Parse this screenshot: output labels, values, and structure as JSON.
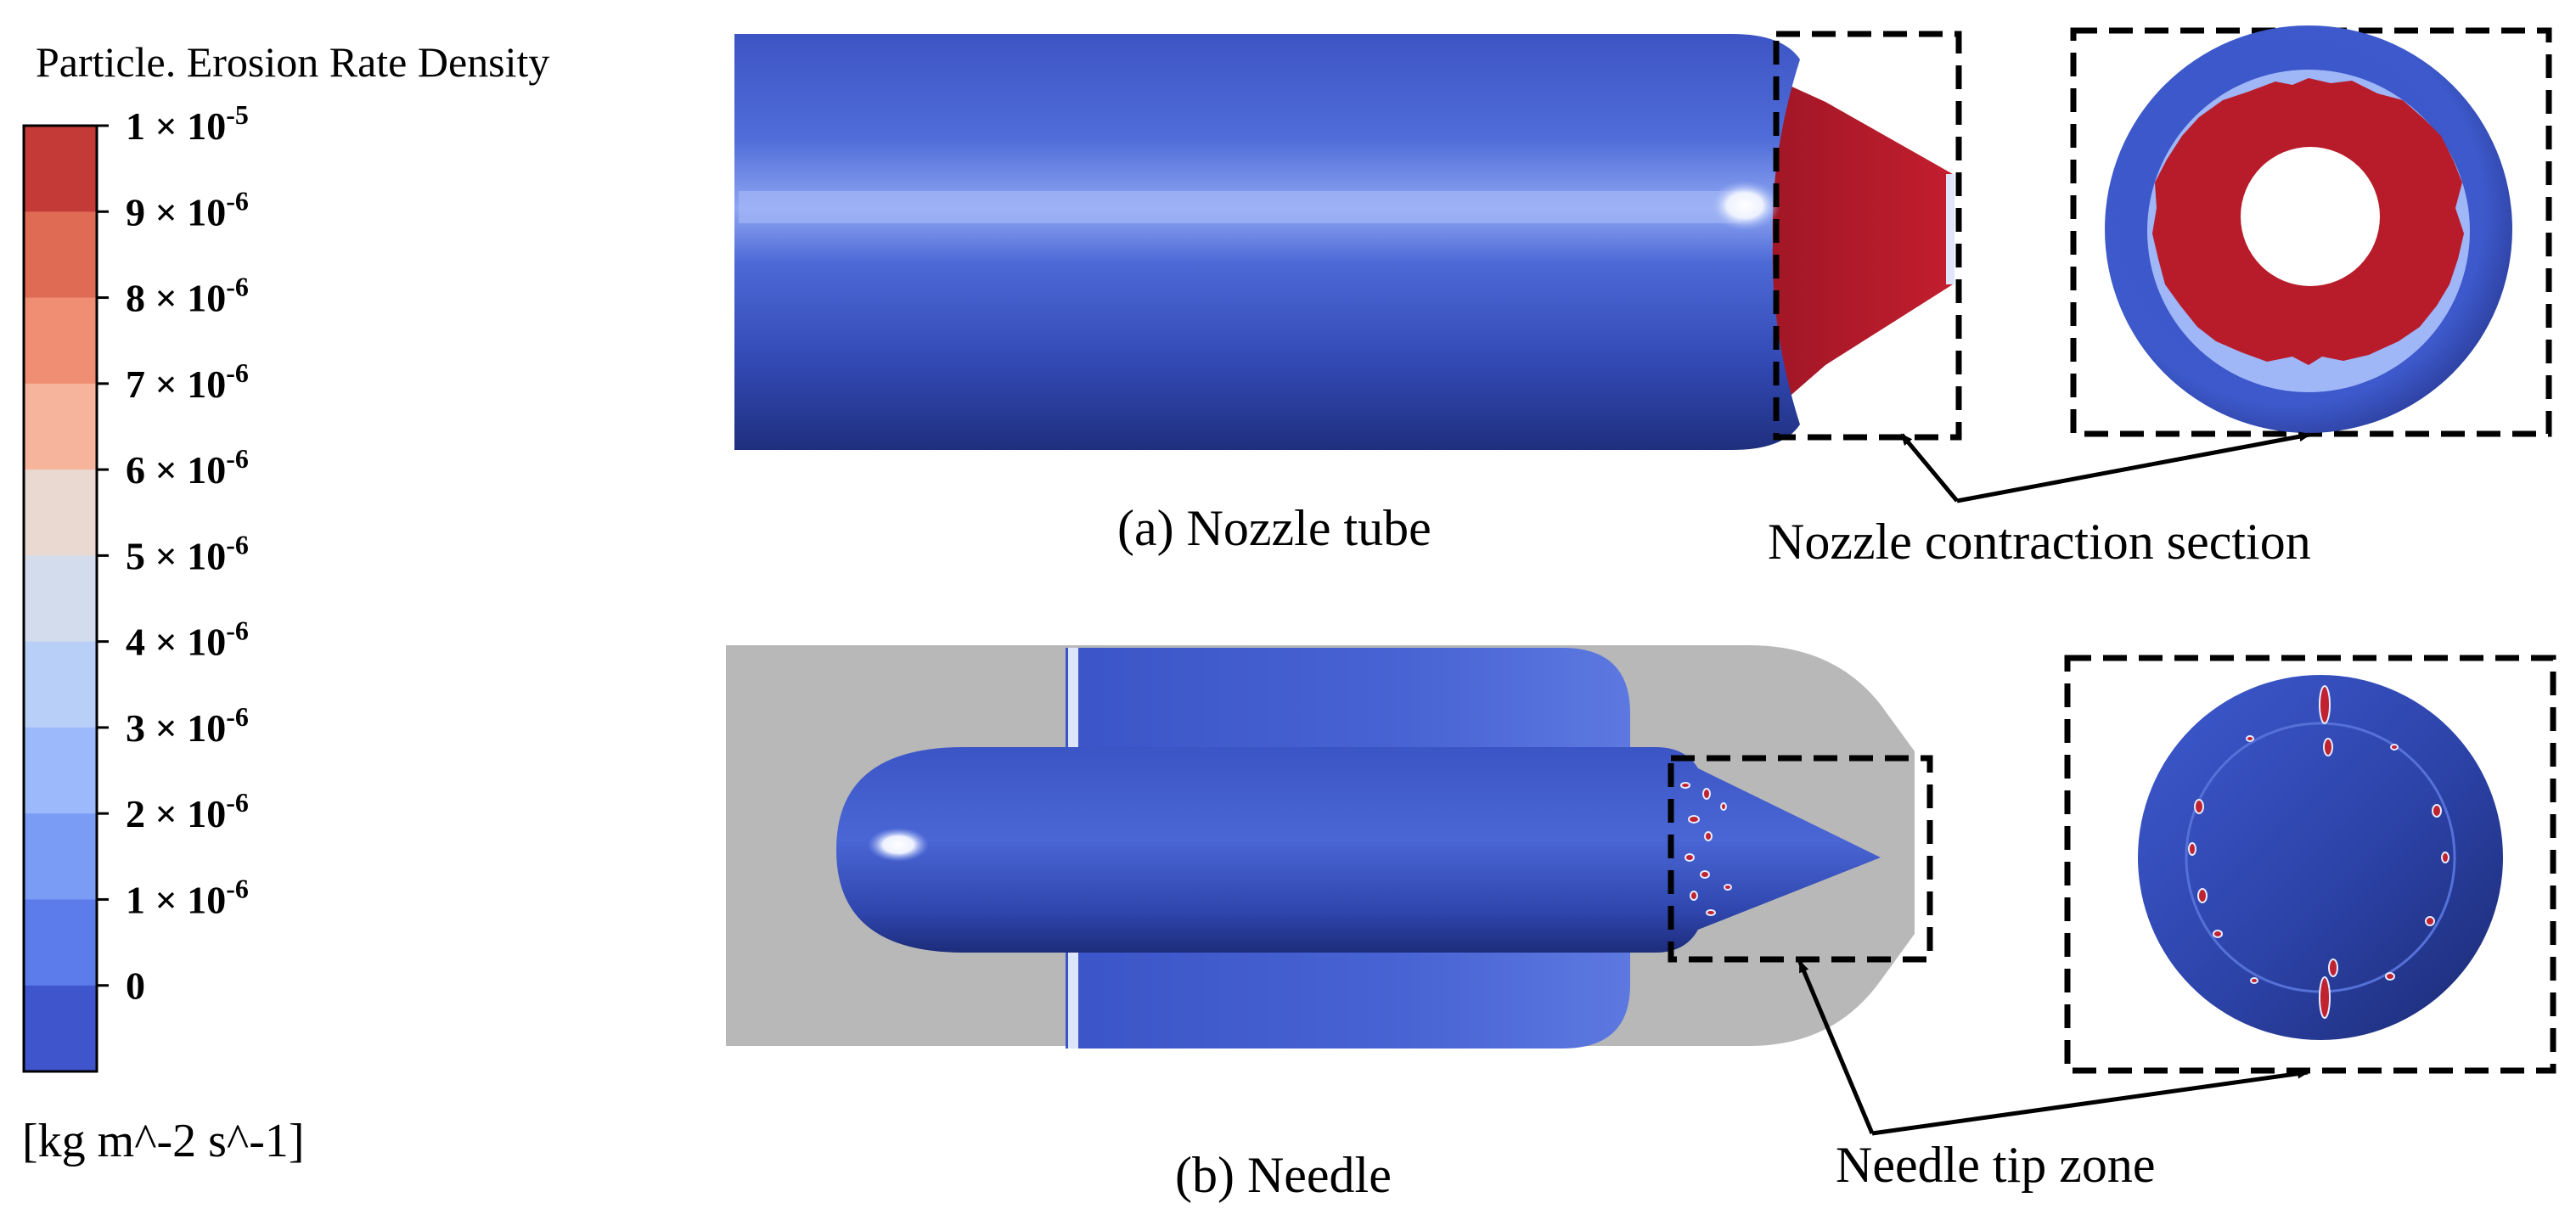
{
  "legend": {
    "title": "Particle. Erosion Rate Density",
    "unit": "[kg m^-2 s^-1]",
    "ticks": [
      {
        "coef": "1 × 10",
        "exp": "-5"
      },
      {
        "coef": "9 × 10",
        "exp": "-6"
      },
      {
        "coef": "8 × 10",
        "exp": "-6"
      },
      {
        "coef": "7 × 10",
        "exp": "-6"
      },
      {
        "coef": "6 × 10",
        "exp": "-6"
      },
      {
        "coef": "5 × 10",
        "exp": "-6"
      },
      {
        "coef": "4 × 10",
        "exp": "-6"
      },
      {
        "coef": "3 × 10",
        "exp": "-6"
      },
      {
        "coef": "2 × 10",
        "exp": "-6"
      },
      {
        "coef": "1 × 10",
        "exp": "-6"
      },
      {
        "coef": "0",
        "exp": ""
      }
    ],
    "band_colors": [
      "#c43a36",
      "#e06b55",
      "#ef8e72",
      "#f6b49c",
      "#e9d9d1",
      "#d3dcec",
      "#b8cff8",
      "#9bb9fb",
      "#7b9cf5",
      "#5b7cea",
      "#3f55cc"
    ]
  },
  "panels": {
    "a_caption": "(a)  Nozzle tube",
    "a_callout": "Nozzle contraction section",
    "b_caption": "(b)  Needle",
    "b_callout": "Needle tip zone"
  },
  "colors": {
    "surface_blue": "#3f5bd0",
    "erosion_red": "#b81c2a",
    "housing_gray": "#b8b8b8"
  }
}
